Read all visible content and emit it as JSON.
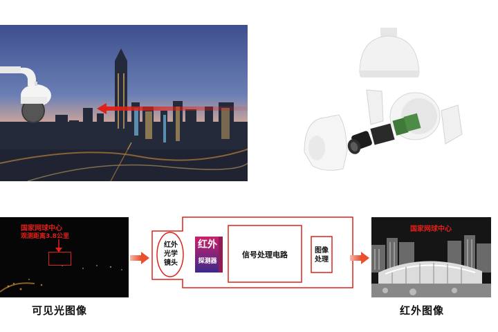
{
  "visible_image": {
    "label_line1": "国家网球中心",
    "label_line2": "观测距离3.8公里",
    "caption": "可见光图像"
  },
  "thermal_image": {
    "label": "国家网球中心",
    "caption": "红外图像"
  },
  "diagram": {
    "lens_label": [
      "红外",
      "光学",
      "镜头"
    ],
    "detector_line1": "红外",
    "detector_line2": "探测器",
    "signal_label": "信号处理电路",
    "image_proc_label": [
      "图像",
      "处理"
    ]
  },
  "colors": {
    "accent_red": "#e0201a",
    "detector_top": "#cc1f6a",
    "detector_bottom": "#3b2a8a"
  }
}
